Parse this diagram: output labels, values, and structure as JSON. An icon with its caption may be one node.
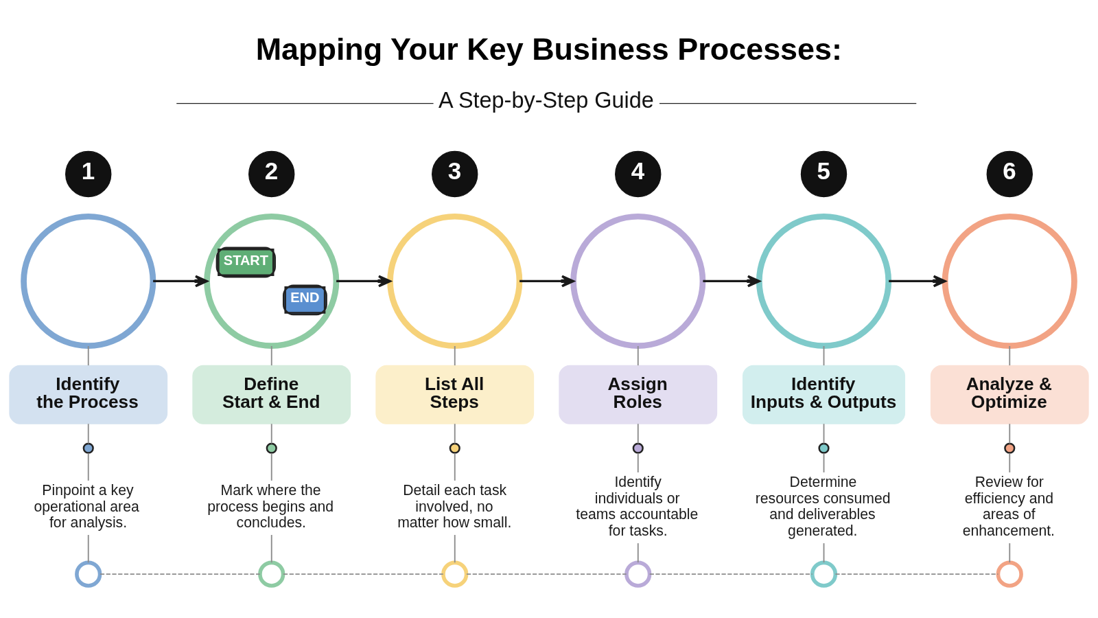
{
  "diagram": {
    "title": "Mapping Your Key Business Processes:",
    "nodes": [
      {
        "text": [
          "1"
        ]
      },
      {
        "text": [
          "2"
        ]
      },
      {
        "text": [
          "3"
        ]
      },
      {
        "text": [
          "4"
        ]
      },
      {
        "text": [
          "5"
        ]
      },
      {
        "text": [
          "6"
        ]
      },
      {
        "text": [],
        "shape": "circle"
      },
      {
        "text": [
          "START",
          "END"
        ]
      },
      {
        "text": [],
        "shape": "circle"
      },
      {
        "text": [],
        "shape": "circle"
      },
      {
        "text": [],
        "shape": "circle"
      },
      {
        "text": [],
        "shape": "circle"
      },
      {
        "text": [
          "Identify the Process"
        ]
      },
      {
        "text": [
          "Define Start & End"
        ]
      },
      {
        "text": [
          "List All Steps"
        ]
      },
      {
        "text": [
          "Assign Roles"
        ]
      },
      {
        "text": [
          "Identify Inputs & Outputs"
        ]
      },
      {
        "text": [
          "Analyze & Optimize"
        ]
      },
      {
        "text": [],
        "shape": "circle"
      },
      {
        "text": [],
        "shape": "circle"
      },
      {
        "text": [],
        "shape": "circle"
      },
      {
        "text": [],
        "shape": "circle"
      },
      {
        "text": [],
        "shape": "circle"
      },
      {
        "text": [],
        "shape": "circle"
      },
      {
        "text": [
          "Pinpoint a key operational area for analysis."
        ]
      },
      {
        "text": [
          "Mark where the process begins and concludes."
        ]
      },
      {
        "text": [
          "Detail each task involved, no matter how small."
        ]
      },
      {
        "text": [
          "Identify individuals or teams accountable for tasks."
        ]
      },
      {
        "text": [
          "Determine resources consumed and deliverables generated."
        ]
      },
      {
        "text": [
          "Review for efficiency and areas of enhancement."
        ]
      },
      {
        "text": [],
        "shape": "circle"
      },
      {
        "text": [],
        "shape": "circle"
      },
      {
        "text": [],
        "shape": "circle"
      },
      {
        "text": [],
        "shape": "circle"
      },
      {
        "text": [],
        "shape": "circle"
      },
      {
        "text": [],
        "shape": "circle"
      }
    ],
    "edges": [
      {
        "from": 6,
        "to": 7,
        "arrow": "to",
        "color": "#1a1a1a"
      },
      {
        "from": 7,
        "to": 8,
        "arrow": "to",
        "color": "#1a1a1a"
      },
      {
        "from": 8,
        "to": 9,
        "arrow": "to",
        "color": "#1a1a1a"
      },
      {
        "from": 9,
        "to": 10,
        "arrow": "to",
        "color": "#1a1a1a"
      },
      {
        "from": 10,
        "to": 11,
        "arrow": "to",
        "color": "#1a1a1a"
      },
      {
        "from": 6,
        "to": 12,
        "arrow": "none"
      },
      {
        "from": 12,
        "to": 18,
        "arrow": "none"
      },
      {
        "from": 18,
        "to": 24,
        "arrow": "none"
      },
      {
        "from": 24,
        "to": 30,
        "arrow": "none"
      },
      {
        "from": 7,
        "to": 13,
        "arrow": "none"
      },
      {
        "from": 13,
        "to": 19,
        "arrow": "none"
      },
      {
        "from": 19,
        "to": 25,
        "arrow": "none"
      },
      {
        "from": 25,
        "to": 31,
        "arrow": "none"
      },
      {
        "from": 8,
        "to": 14,
        "arrow": "none"
      },
      {
        "from": 14,
        "to": 20,
        "arrow": "none"
      },
      {
        "from": 20,
        "to": 26,
        "arrow": "none"
      },
      {
        "from": 26,
        "to": 32,
        "arrow": "none"
      },
      {
        "from": 9,
        "to": 15,
        "arrow": "none"
      },
      {
        "from": 15,
        "to": 21,
        "arrow": "none"
      },
      {
        "from": 21,
        "to": 27,
        "arrow": "none"
      },
      {
        "from": 27,
        "to": 33,
        "arrow": "none"
      },
      {
        "from": 10,
        "to": 16,
        "arrow": "none"
      },
      {
        "from": 16,
        "to": 22,
        "arrow": "none"
      },
      {
        "from": 22,
        "to": 28,
        "arrow": "none"
      },
      {
        "from": 28,
        "to": 34,
        "arrow": "none"
      },
      {
        "from": 11,
        "to": 17,
        "arrow": "none"
      },
      {
        "from": 17,
        "to": 23,
        "arrow": "none"
      },
      {
        "from": 23,
        "to": 29,
        "arrow": "none"
      },
      {
        "from": 29,
        "to": 35,
        "arrow": "none"
      },
      {
        "from": 30,
        "to": 31,
        "arrow": "none",
        "style": "dashed"
      },
      {
        "from": 31,
        "to": 32,
        "arrow": "none",
        "style": "dashed"
      },
      {
        "from": 32,
        "to": 33,
        "arrow": "none",
        "style": "dashed"
      },
      {
        "from": 33,
        "to": 34,
        "arrow": "none",
        "style": "dashed"
      },
      {
        "from": 34,
        "to": 35,
        "arrow": "none",
        "style": "dashed"
      }
    ],
    "labels": [
      "A Step-by-Step Guide"
    ]
  }
}
